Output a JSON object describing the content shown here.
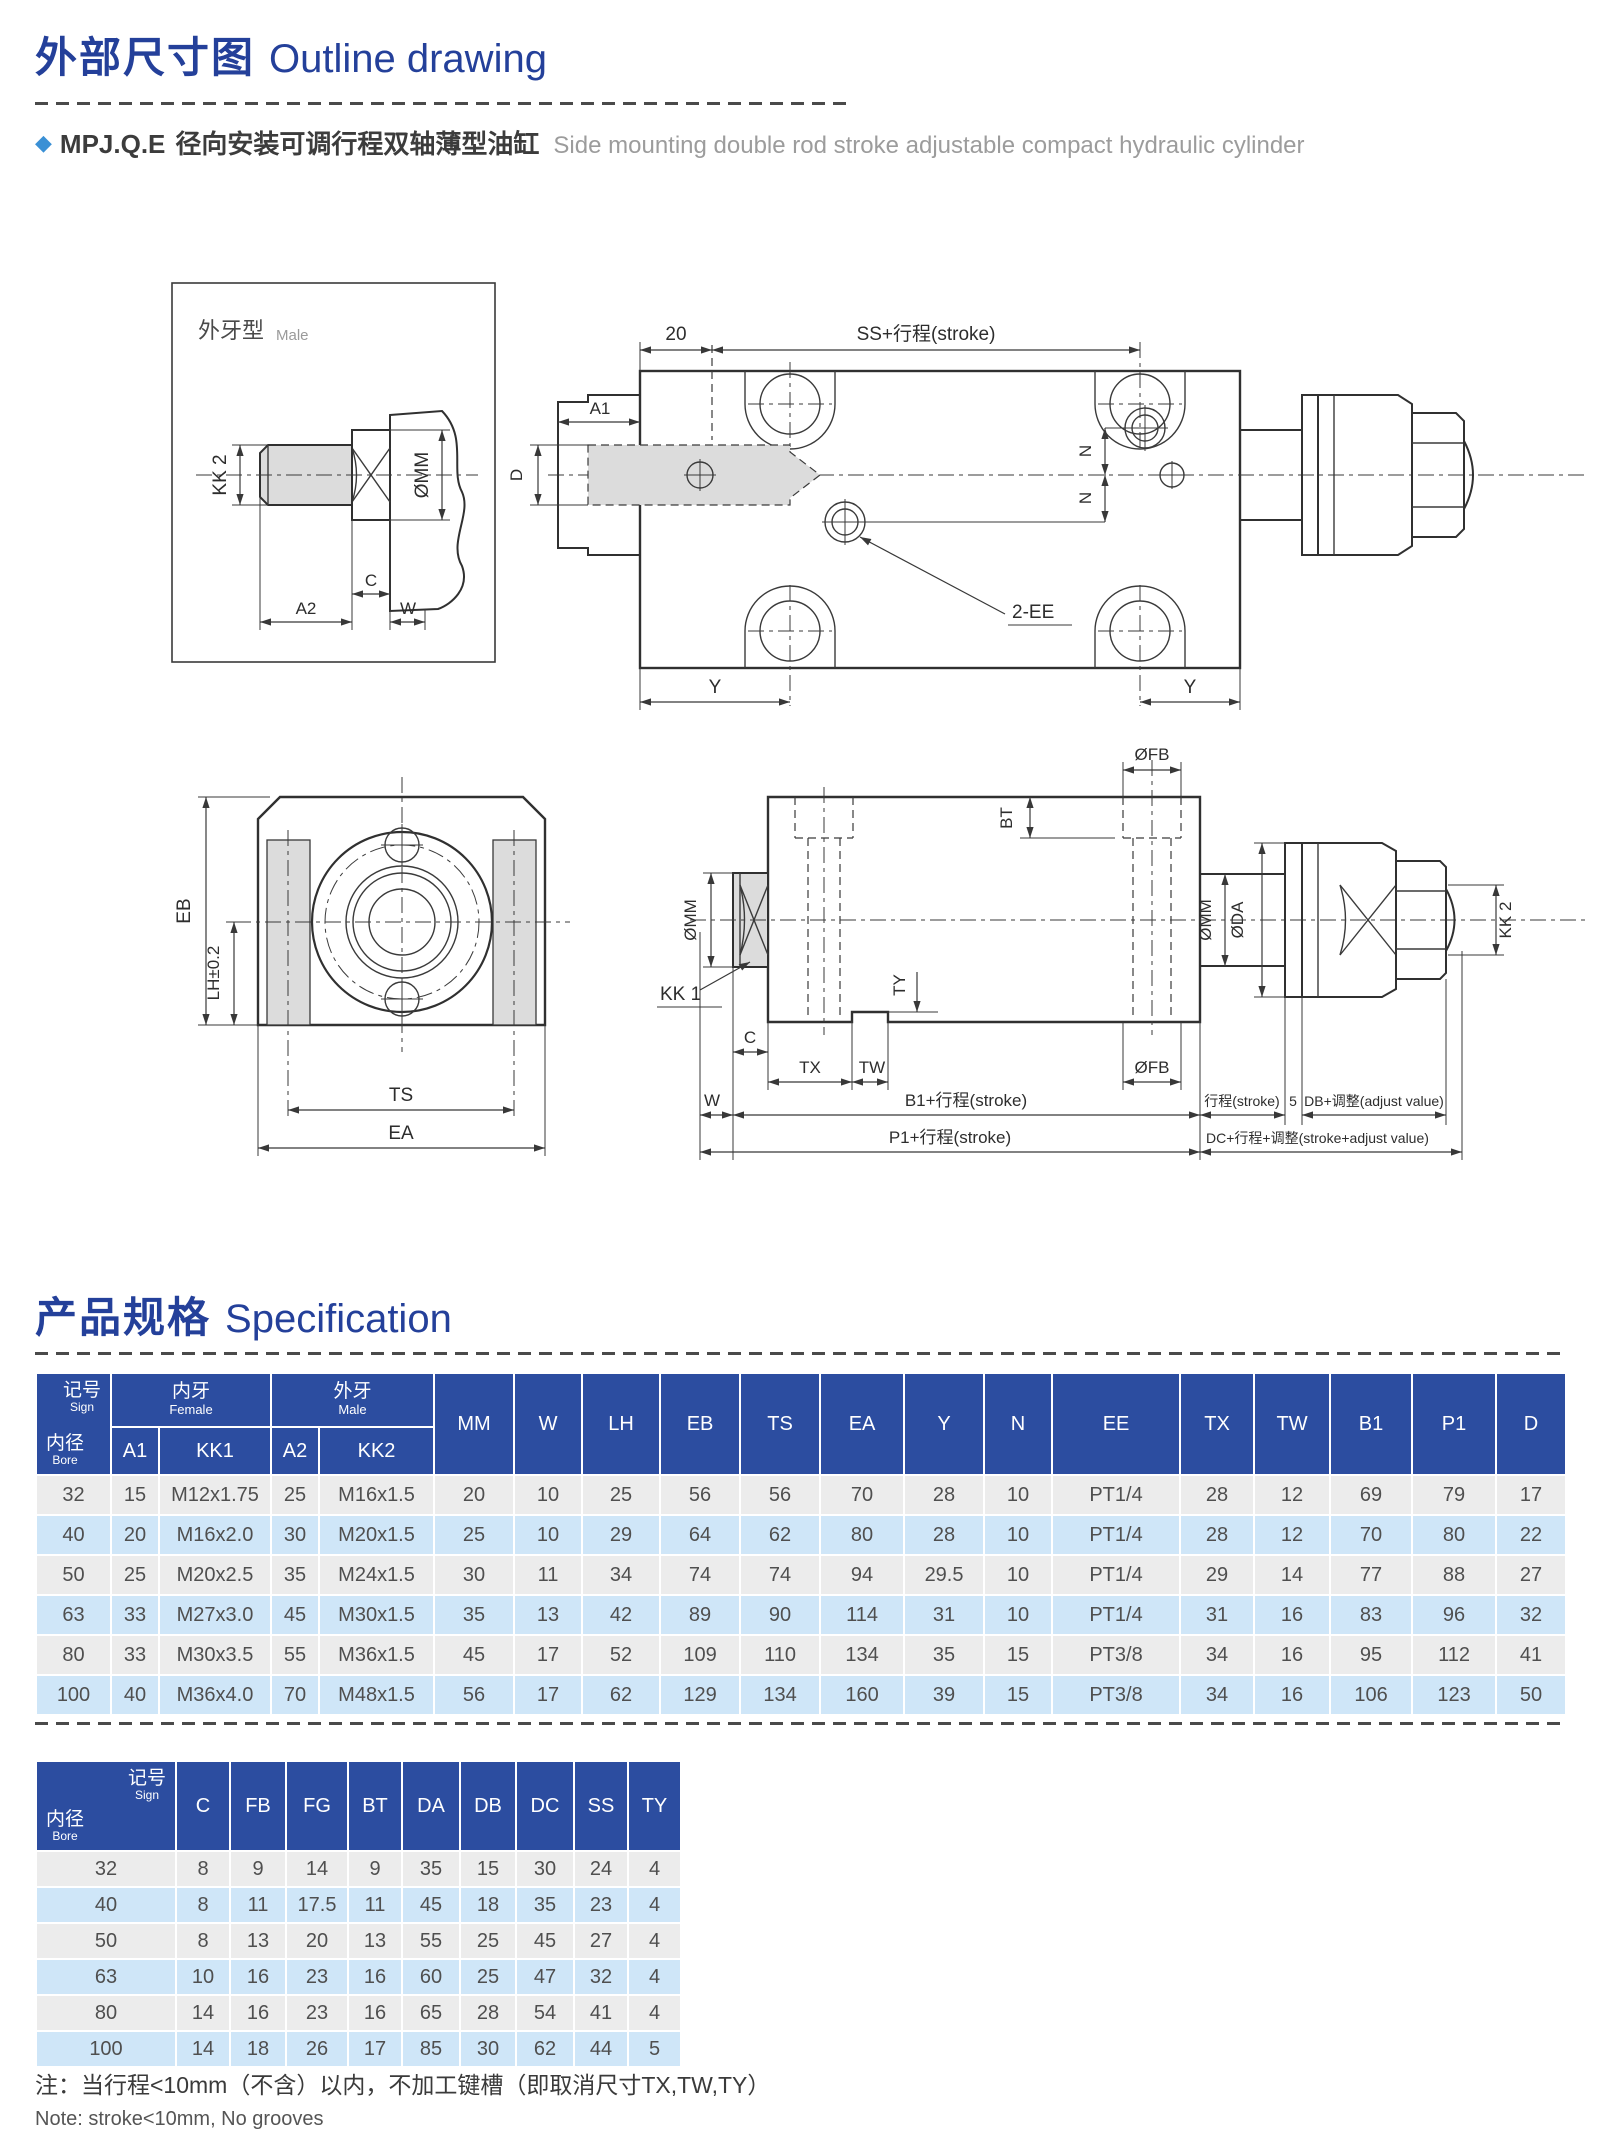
{
  "header": {
    "title_zh": "外部尺寸图",
    "title_en": "Outline drawing",
    "diamond_icon": "◆",
    "subtitle_model": "MPJ.Q.E",
    "subtitle_zh": "径向安装可调行程双轴薄型油缸",
    "subtitle_en": "Side mounting double rod stroke adjustable compact hydraulic cylinder"
  },
  "drawings": {
    "view_male": {
      "title_zh": "外牙型",
      "title_en": "Male",
      "dim_kk2": "KK 2",
      "dim_mm": "ØMM",
      "dim_c": "C",
      "dim_a2": "A2",
      "dim_w": "W"
    },
    "view_top": {
      "dim_20": "20",
      "dim_ss": "SS+行程(stroke)",
      "dim_a1": "A1",
      "dim_d": "D",
      "dim_n_upper": "N",
      "dim_n_lower": "N",
      "label_2ee": "2-EE",
      "dim_y_left": "Y",
      "dim_y_right": "Y"
    },
    "view_front": {
      "dim_eb": "EB",
      "dim_lh": "LH±0.2",
      "dim_ts": "TS",
      "dim_ea": "EA"
    },
    "view_side": {
      "dim_fb_top": "ØFB",
      "dim_bt": "BT",
      "dim_mm_left": "ØMM",
      "label_kk1": "KK 1",
      "dim_ty": "TY",
      "dim_c": "C",
      "dim_tx": "TX",
      "dim_tw": "TW",
      "dim_fb_bottom": "ØFB",
      "dim_w": "W",
      "dim_b1": "B1+行程(stroke)",
      "dim_stroke": "行程(stroke)",
      "dim_5": "5",
      "dim_db": "DB+调整(adjust value)",
      "dim_p1": "P1+行程(stroke)",
      "dim_dc": "DC+行程+调整(stroke+adjust value)",
      "dim_mm_right": "ØMM",
      "dim_da": "ØDA",
      "dim_kk2": "KK 2"
    }
  },
  "spec": {
    "title_zh": "产品规格",
    "title_en": "Specification",
    "table1": {
      "corner_sign_zh": "记号",
      "corner_sign_en": "Sign",
      "corner_bore_zh": "内径",
      "corner_bore_en": "Bore",
      "group_female_zh": "内牙",
      "group_female_en": "Female",
      "group_male_zh": "外牙",
      "group_male_en": "Male",
      "subcols": [
        "A1",
        "KK1",
        "A2",
        "KK2"
      ],
      "cols": [
        "MM",
        "W",
        "LH",
        "EB",
        "TS",
        "EA",
        "Y",
        "N",
        "EE",
        "TX",
        "TW",
        "B1",
        "P1",
        "D"
      ],
      "rows": [
        [
          "32",
          "15",
          "M12x1.75",
          "25",
          "M16x1.5",
          "20",
          "10",
          "25",
          "56",
          "56",
          "70",
          "28",
          "10",
          "PT1/4",
          "28",
          "12",
          "69",
          "79",
          "17"
        ],
        [
          "40",
          "20",
          "M16x2.0",
          "30",
          "M20x1.5",
          "25",
          "10",
          "29",
          "64",
          "62",
          "80",
          "28",
          "10",
          "PT1/4",
          "28",
          "12",
          "70",
          "80",
          "22"
        ],
        [
          "50",
          "25",
          "M20x2.5",
          "35",
          "M24x1.5",
          "30",
          "11",
          "34",
          "74",
          "74",
          "94",
          "29.5",
          "10",
          "PT1/4",
          "29",
          "14",
          "77",
          "88",
          "27"
        ],
        [
          "63",
          "33",
          "M27x3.0",
          "45",
          "M30x1.5",
          "35",
          "13",
          "42",
          "89",
          "90",
          "114",
          "31",
          "10",
          "PT1/4",
          "31",
          "16",
          "83",
          "96",
          "32"
        ],
        [
          "80",
          "33",
          "M30x3.5",
          "55",
          "M36x1.5",
          "45",
          "17",
          "52",
          "109",
          "110",
          "134",
          "35",
          "15",
          "PT3/8",
          "34",
          "16",
          "95",
          "112",
          "41"
        ],
        [
          "100",
          "40",
          "M36x4.0",
          "70",
          "M48x1.5",
          "56",
          "17",
          "62",
          "129",
          "134",
          "160",
          "39",
          "15",
          "PT3/8",
          "34",
          "16",
          "106",
          "123",
          "50"
        ]
      ]
    },
    "table2": {
      "corner_sign_zh": "记号",
      "corner_sign_en": "Sign",
      "corner_bore_zh": "内径",
      "corner_bore_en": "Bore",
      "cols": [
        "C",
        "FB",
        "FG",
        "BT",
        "DA",
        "DB",
        "DC",
        "SS",
        "TY"
      ],
      "rows": [
        [
          "32",
          "8",
          "9",
          "14",
          "9",
          "35",
          "15",
          "30",
          "24",
          "4"
        ],
        [
          "40",
          "8",
          "11",
          "17.5",
          "11",
          "45",
          "18",
          "35",
          "23",
          "4"
        ],
        [
          "50",
          "8",
          "13",
          "20",
          "13",
          "55",
          "25",
          "45",
          "27",
          "4"
        ],
        [
          "63",
          "10",
          "16",
          "23",
          "16",
          "60",
          "25",
          "47",
          "32",
          "4"
        ],
        [
          "80",
          "14",
          "16",
          "23",
          "16",
          "65",
          "28",
          "54",
          "41",
          "4"
        ],
        [
          "100",
          "14",
          "18",
          "26",
          "17",
          "85",
          "30",
          "62",
          "44",
          "5"
        ]
      ]
    }
  },
  "note": {
    "zh": "注：当行程<10mm（不含）以内，不加工键槽（即取消尺寸TX,TW,TY）",
    "en": "Note:  stroke<10mm,  No grooves"
  },
  "colors": {
    "accent_blue": "#24409a",
    "diamond_blue": "#3a90d5",
    "table_header_bg": "#2c4da0",
    "row_gray": "#ececec",
    "row_blue": "#cfe6f8"
  }
}
